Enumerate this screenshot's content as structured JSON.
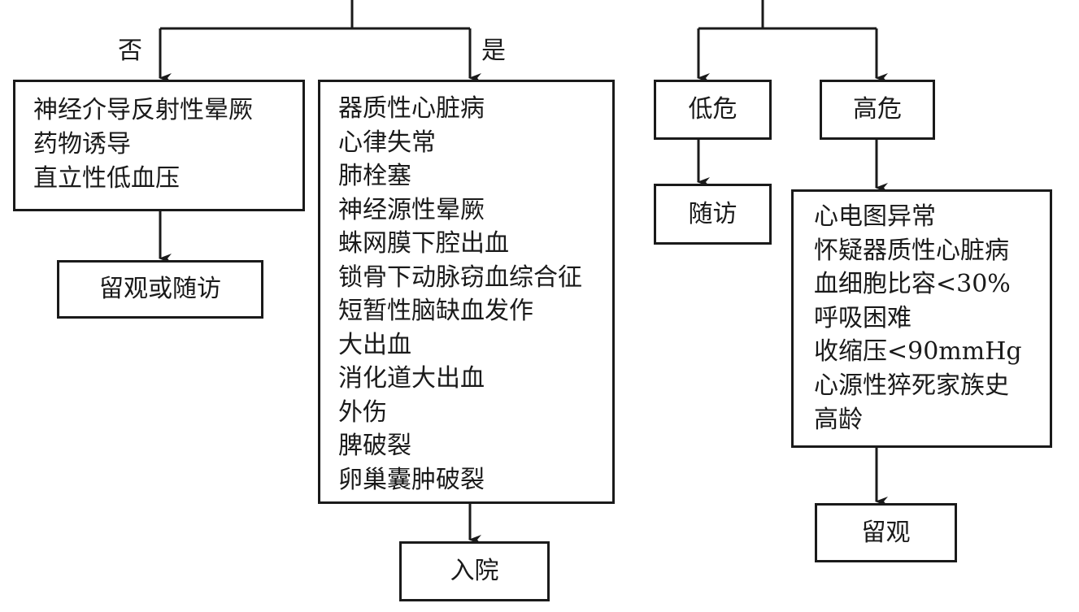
{
  "left_branch": {
    "no_label": "否",
    "yes_label": "是",
    "no_box": [
      "神经介导反射性晕厥",
      "药物诱导",
      "直立性低血压"
    ],
    "no_outcome": "留观或随访",
    "yes_box": [
      "器质性心脏病",
      "心律失常",
      "肺栓塞",
      "神经源性晕厥",
      "蛛网膜下腔出血",
      "锁骨下动脉窃血综合征",
      "短暂性脑缺血发作",
      "大出血",
      "消化道大出血",
      "外伤",
      "脾破裂",
      "卵巢囊肿破裂"
    ],
    "yes_outcome": "入院"
  },
  "right_branch": {
    "low_risk": "低危",
    "low_outcome": "随访",
    "high_risk": "高危",
    "high_box": [
      "心电图异常",
      "怀疑器质性心脏病",
      "血细胞比容<30%",
      "呼吸困难",
      "收缩压<90mmHg",
      "心源性猝死家族史",
      "高龄"
    ],
    "high_outcome": "留观"
  }
}
